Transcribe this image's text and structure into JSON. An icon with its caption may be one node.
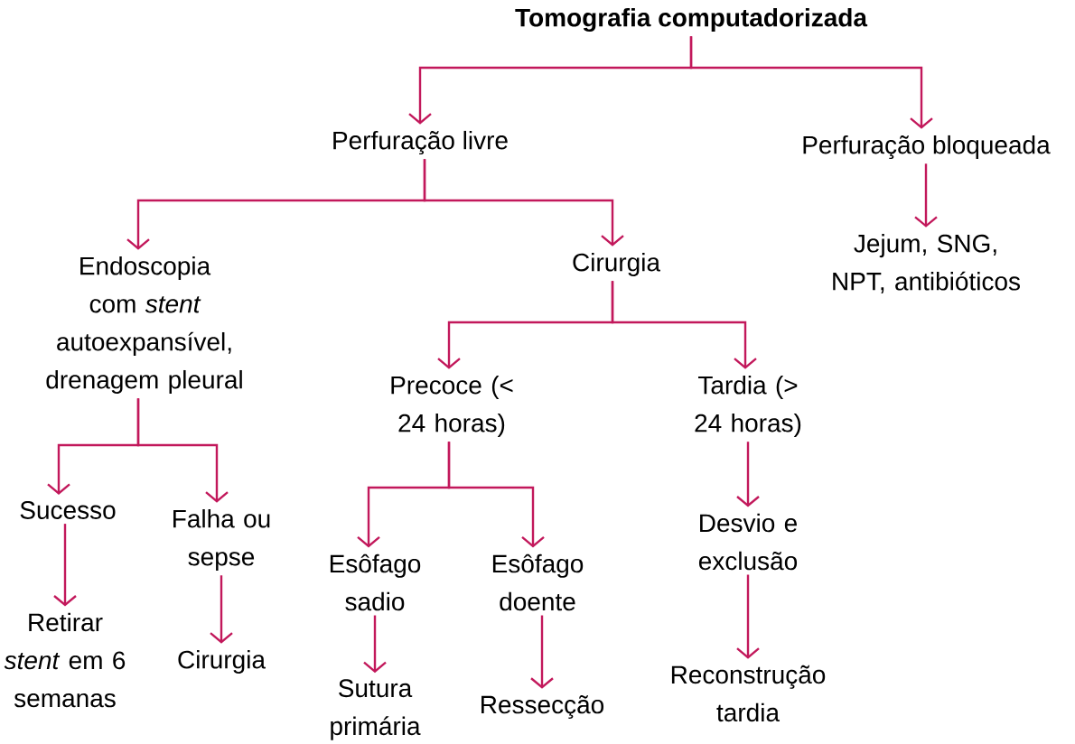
{
  "diagram": {
    "nodes": [
      {
        "text": [
          "Tomografia computadorizada"
        ]
      },
      {
        "text": [
          "Perfuração livre"
        ]
      },
      {
        "text": [
          "Perfuração bloqueada"
        ]
      },
      {
        "text": [
          "Jejum,  SNG, NPT, antibióticos"
        ]
      },
      {
        "text": [
          "Endoscopia com *stent* autoexpansível, drenagem pleural"
        ]
      },
      {
        "text": [
          "Cirurgia"
        ]
      },
      {
        "text": [
          "Precoce (< 24 horas)"
        ]
      },
      {
        "text": [
          "Tardia (> 24 horas)"
        ]
      },
      {
        "text": [
          "Sucesso"
        ]
      },
      {
        "text": [
          "Falha ou sepse"
        ]
      },
      {
        "text": [
          "Retirar *stent* em 6 semanas"
        ]
      },
      {
        "text": [
          "Cirurgia"
        ]
      },
      {
        "text": [
          "Esôfago sadio"
        ]
      },
      {
        "text": [
          "Esôfago doente"
        ]
      },
      {
        "text": [
          "Sutura primária"
        ]
      },
      {
        "text": [
          "Ressecção"
        ]
      },
      {
        "text": [
          "Desvio e exclusão"
        ]
      },
      {
        "text": [
          "Reconstrução tardia"
        ]
      }
    ],
    "edges": [
      {
        "from": 0,
        "to": 1,
        "arrow": "to"
      },
      {
        "from": 0,
        "to": 2,
        "arrow": "to"
      },
      {
        "from": 1,
        "to": 4,
        "arrow": "to"
      },
      {
        "from": 1,
        "to": 5,
        "arrow": "to"
      },
      {
        "from": 2,
        "to": 3,
        "arrow": "to"
      },
      {
        "from": 4,
        "to": 8,
        "arrow": "to"
      },
      {
        "from": 4,
        "to": 9,
        "arrow": "to"
      },
      {
        "from": 5,
        "to": 6,
        "arrow": "to"
      },
      {
        "from": 5,
        "to": 7,
        "arrow": "to"
      },
      {
        "from": 6,
        "to": 12,
        "arrow": "to"
      },
      {
        "from": 6,
        "to": 13,
        "arrow": "to"
      },
      {
        "from": 7,
        "to": 16,
        "arrow": "to"
      },
      {
        "from": 8,
        "to": 10,
        "arrow": "to"
      },
      {
        "from": 9,
        "to": 11,
        "arrow": "to"
      },
      {
        "from": 12,
        "to": 14,
        "arrow": "to"
      },
      {
        "from": 13,
        "to": 15,
        "arrow": "to"
      },
      {
        "from": 16,
        "to": 17,
        "arrow": "to"
      }
    ]
  }
}
